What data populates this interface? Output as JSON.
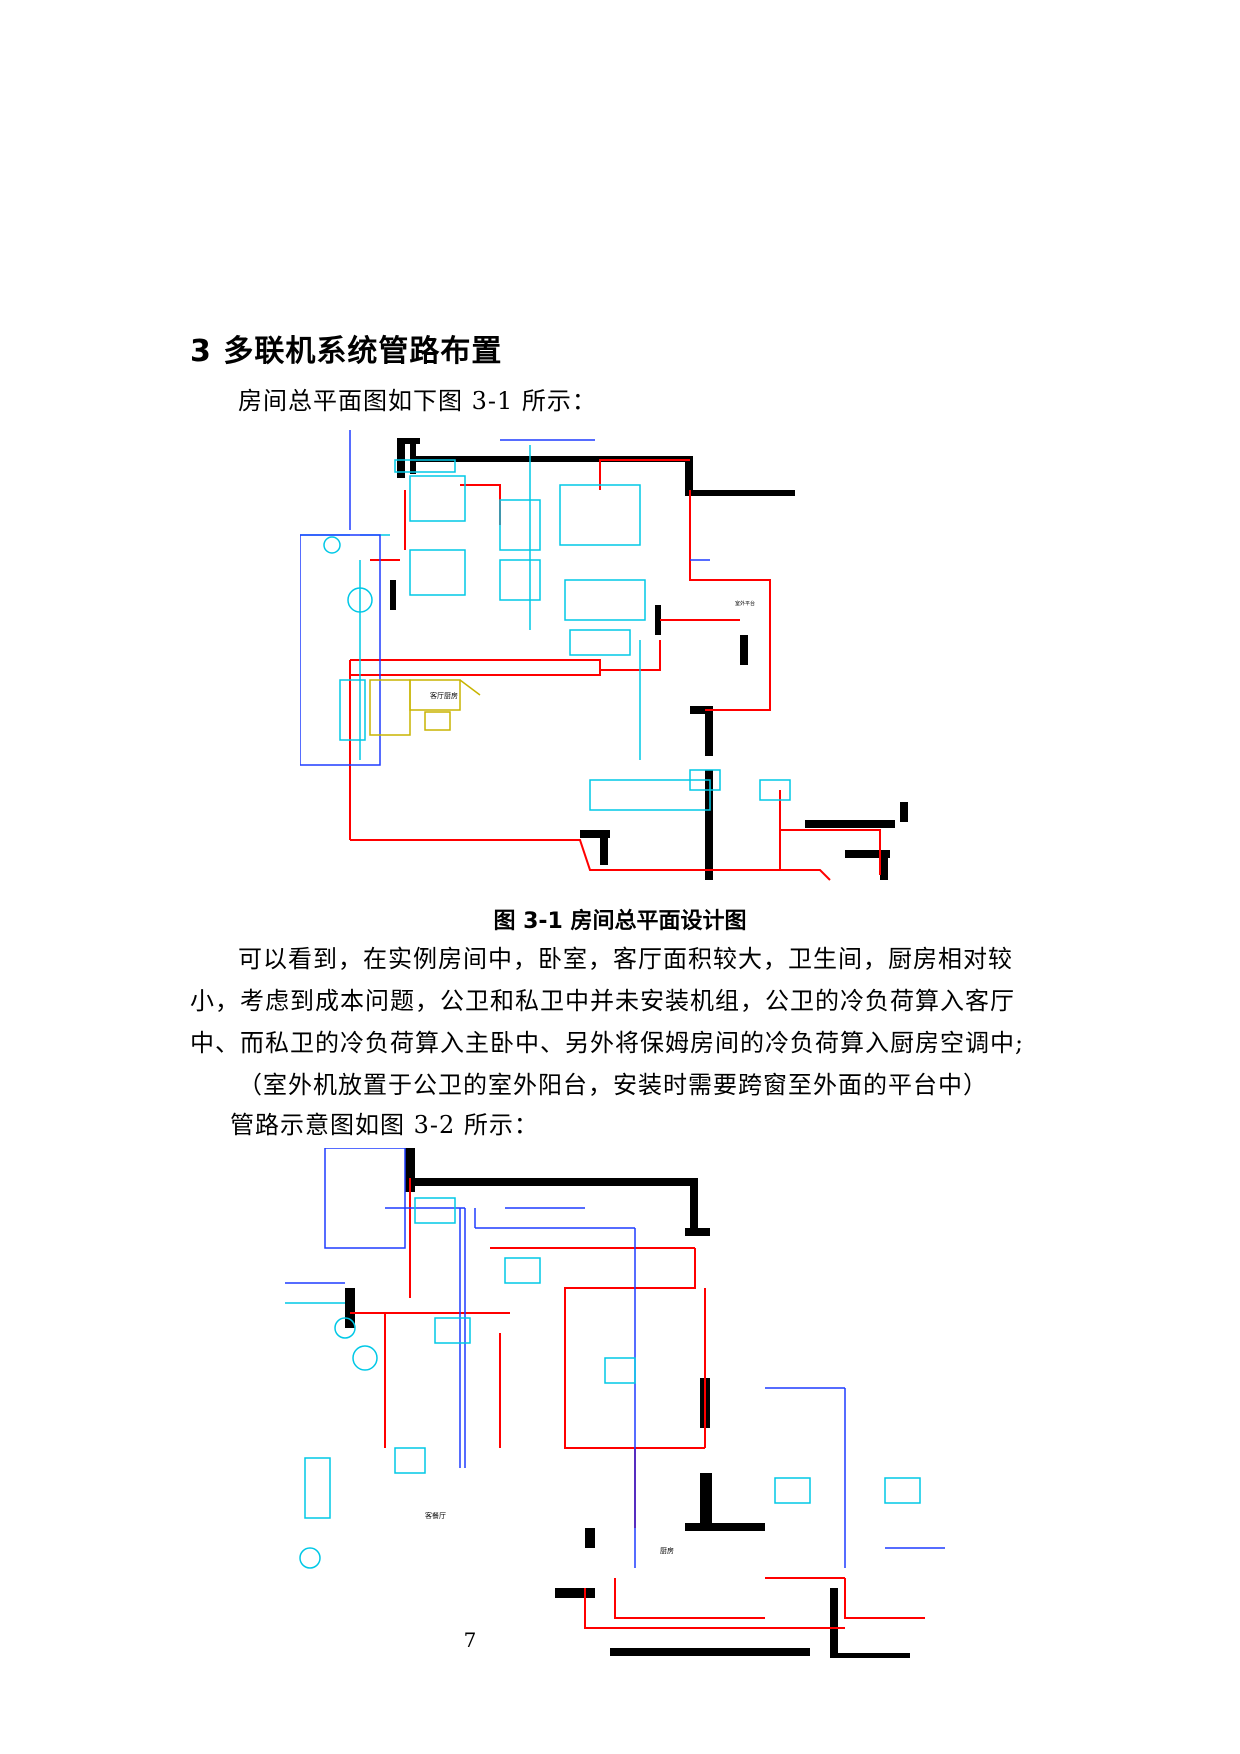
{
  "section": {
    "heading": "3 多联机系统管路布置"
  },
  "intro": {
    "text": "房间总平面图如下图 3-1 所示："
  },
  "figure1": {
    "caption": "图 3-1 房间总平面设计图",
    "labels": {
      "a": "客厅厨房",
      "b": "室外平台"
    }
  },
  "body": {
    "line1": "可以看到，在实例房间中，卧室，客厅面积较大，卫生间，厨房相对较",
    "line2": "小，考虑到成本问题，公卫和私卫中并未安装机组，公卫的冷负荷算入客厅",
    "line3": "中、而私卫的冷负荷算入主卧中、另外将保姆房间的冷负荷算入厨房空调中;",
    "line4": "（室外机放置于公卫的室外阳台，安装时需要跨窗至外面的平台中）",
    "line5": "管路示意图如图 3-2 所示："
  },
  "figure2": {
    "labels": {
      "living": "客餐厅",
      "kitchen": "厨房"
    }
  },
  "page": {
    "number": "7"
  },
  "colors": {
    "wall": "#000000",
    "red": "#ff0000",
    "cyan": "#00c8e6",
    "blue": "#1f3cff",
    "yellow": "#c8b400"
  }
}
